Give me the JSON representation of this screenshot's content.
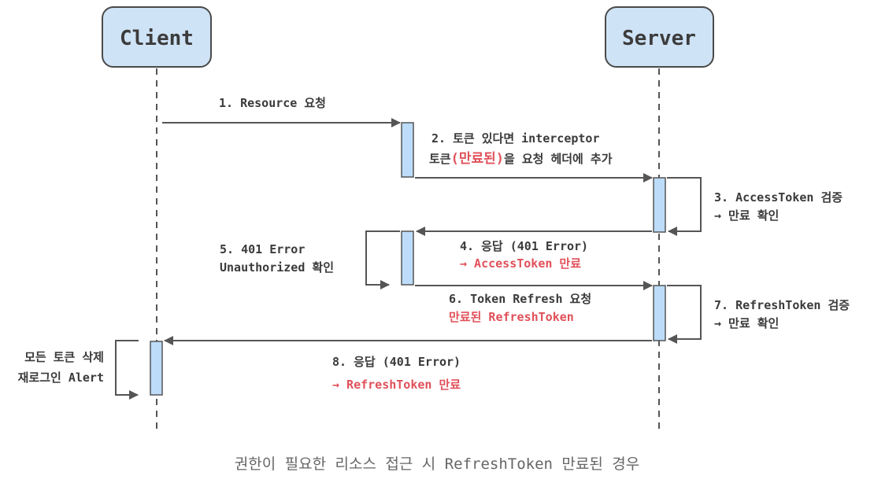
{
  "participants": {
    "client": "Client",
    "server": "Server"
  },
  "messages": {
    "m1": "1. Resource 요청",
    "m2_line1": "2. 토큰 있다면 interceptor",
    "m2_line2_a": "토큰",
    "m2_line2_red": "(만료된)",
    "m2_line2_b": "을 요청 헤더에 추가",
    "m3_line1": "3. AccessToken 검증",
    "m3_line2": "→ 만료 확인",
    "m4_line1": "4. 응답 (401 Error)",
    "m4_line2": "→ AccessToken 만료",
    "m5_line1": "5. 401 Error",
    "m5_line2": "Unauthorized 확인",
    "m6_line1": "6.  Token Refresh 요청",
    "m6_line2": "만료된 RefreshToken",
    "m7_line1": "7. RefreshToken 검증",
    "m7_line2": "→ 만료 확인",
    "m8_line1": "8. 응답 (401 Error)",
    "m8_line2": "→ RefreshToken 만료",
    "m9_line1": "모든 토큰 삭제",
    "m9_line2": "재로그인 Alert"
  },
  "caption": "권한이 필요한 리소스 접근 시 RefreshToken 만료된 경우",
  "colors": {
    "accent_red": "#e0515a",
    "box_fill": "#cfe3f6",
    "activation_fill": "#bcdcfa"
  }
}
